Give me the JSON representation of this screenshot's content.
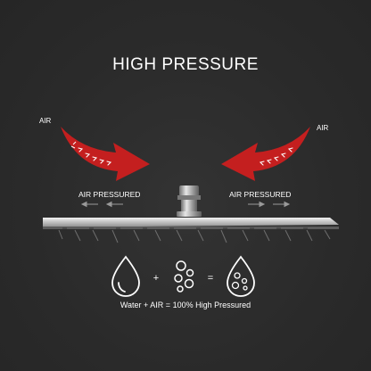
{
  "title": "HIGH PRESSURE",
  "labels": {
    "air_left": "AIR",
    "air_right": "AIR",
    "pressured_left": "AIR PRESSURED",
    "pressured_right": "AIR PRESSURED"
  },
  "equation": {
    "plus": "+",
    "equals": "=",
    "caption": "Water + AIR = 100% High Pressured"
  },
  "colors": {
    "background": "#2b2b2b",
    "arrow_red": "#c41f1f",
    "text": "#ffffff"
  },
  "icons": [
    "water-drop-icon",
    "air-bubbles-icon",
    "bubbly-water-drop-icon"
  ]
}
